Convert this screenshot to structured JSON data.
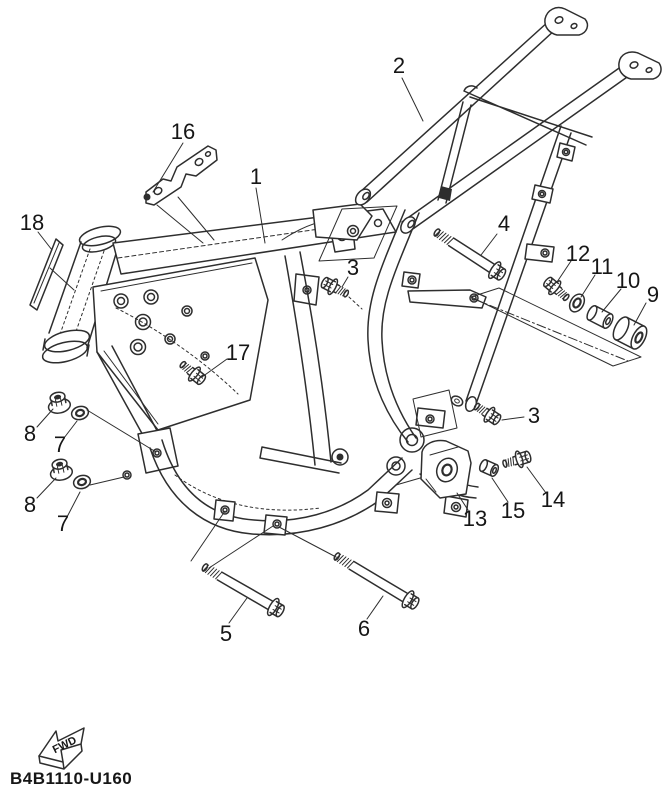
{
  "diagram": {
    "code": "B4B1110-U160",
    "fwd_label": "FWD",
    "ink_color": "#2e2e2e",
    "background_color": "#ffffff",
    "callouts": {
      "c1": "1",
      "c2": "2",
      "c3a": "3",
      "c3b": "3",
      "c4": "4",
      "c5": "5",
      "c6": "6",
      "c7a": "7",
      "c7b": "7",
      "c8a": "8",
      "c8b": "8",
      "c9": "9",
      "c10": "10",
      "c11": "11",
      "c12": "12",
      "c13": "13",
      "c14": "14",
      "c15": "15",
      "c16": "16",
      "c17": "17",
      "c18": "18"
    }
  }
}
